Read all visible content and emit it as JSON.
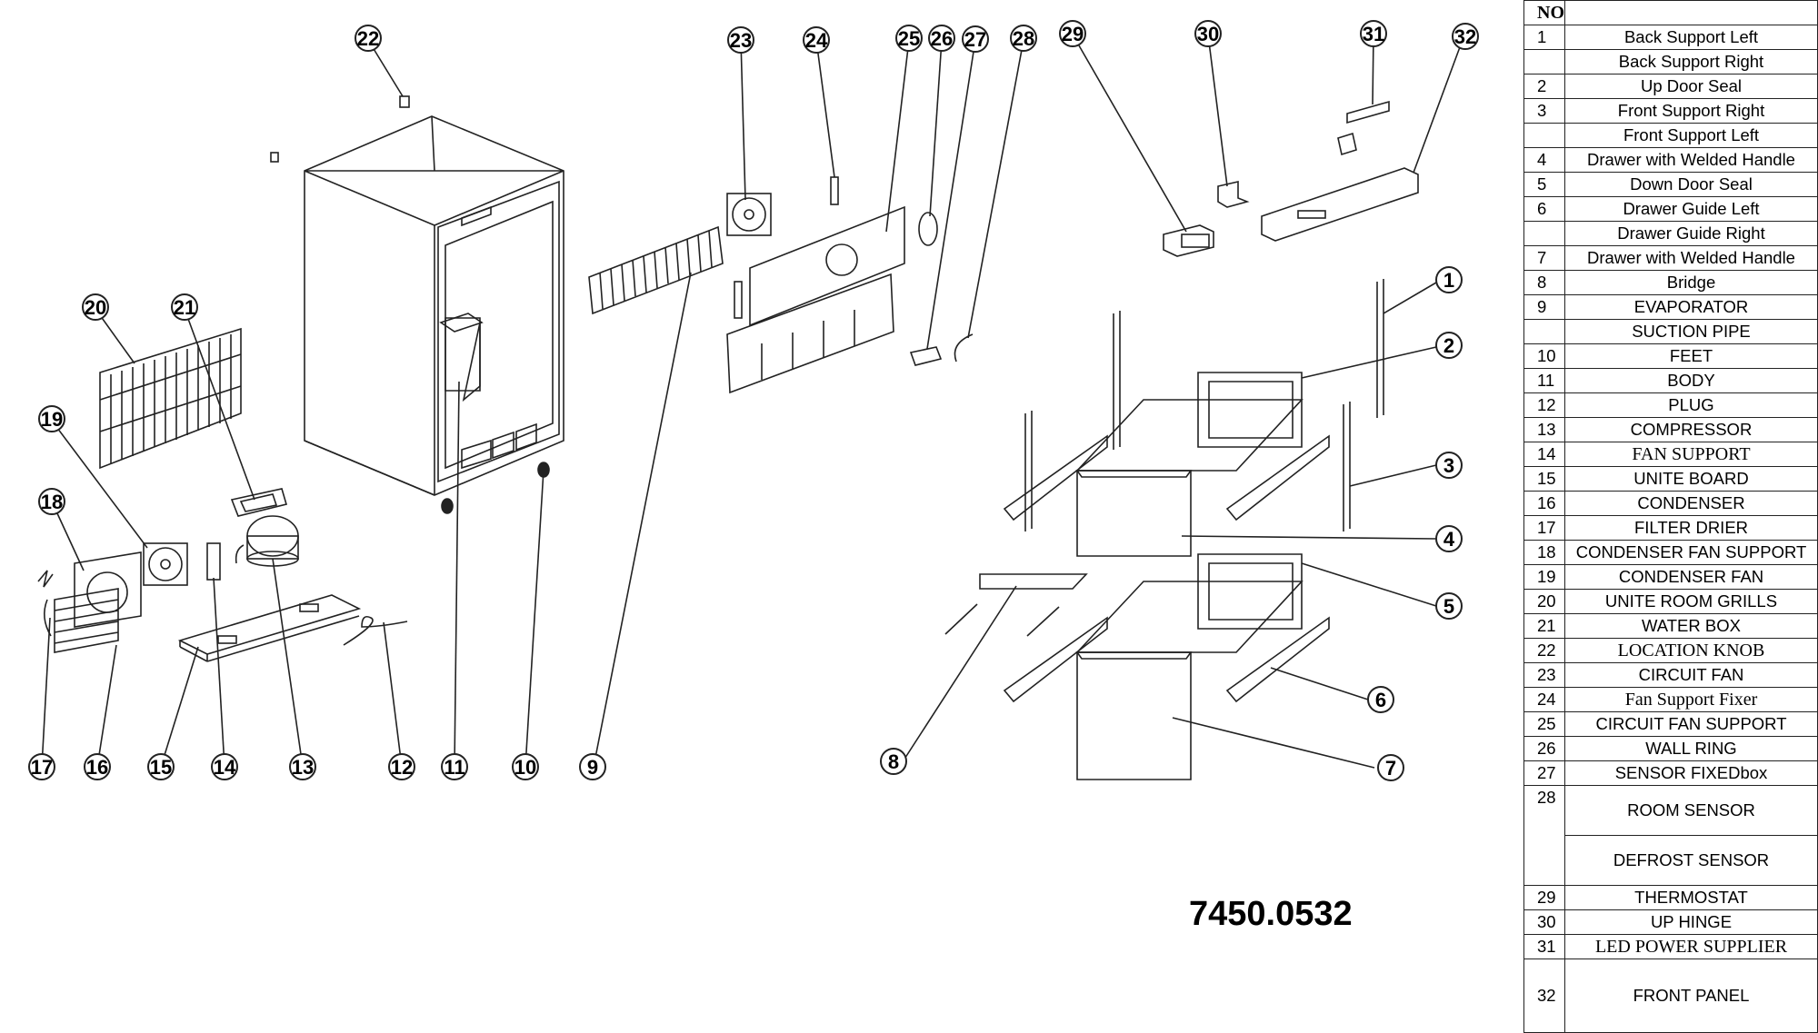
{
  "model_number": "7450.0532",
  "table": {
    "header_no": "NO",
    "header_name": "",
    "rows": [
      {
        "no": "1",
        "name": "Back Support Left"
      },
      {
        "no": "",
        "name": "Back Support Right"
      },
      {
        "no": "2",
        "name": "Up Door Seal"
      },
      {
        "no": "3",
        "name": "Front Support  Right"
      },
      {
        "no": "",
        "name": "Front Support Left"
      },
      {
        "no": "4",
        "name": "Drawer with Welded Handle"
      },
      {
        "no": "5",
        "name": "Down Door Seal"
      },
      {
        "no": "6",
        "name": "Drawer Guide Left"
      },
      {
        "no": "",
        "name": "Drawer Guide Right"
      },
      {
        "no": "7",
        "name": "Drawer with Welded Handle"
      },
      {
        "no": "8",
        "name": "Bridge"
      },
      {
        "no": "9",
        "name": "EVAPORATOR"
      },
      {
        "no": "",
        "name": "SUCTION PIPE"
      },
      {
        "no": "10",
        "name": "FEET"
      },
      {
        "no": "11",
        "name": "BODY"
      },
      {
        "no": "12",
        "name": "PLUG"
      },
      {
        "no": "13",
        "name": "COMPRESSOR"
      },
      {
        "no": "14",
        "name": "FAN SUPPORT"
      },
      {
        "no": "15",
        "name": "UNITE BOARD"
      },
      {
        "no": "16",
        "name": "CONDENSER"
      },
      {
        "no": "17",
        "name": "FILTER DRIER"
      },
      {
        "no": "18",
        "name": "CONDENSER FAN SUPPORT"
      },
      {
        "no": "19",
        "name": "CONDENSER FAN"
      },
      {
        "no": "20",
        "name": "UNITE ROOM GRILLS"
      },
      {
        "no": "21",
        "name": "WATER BOX"
      },
      {
        "no": "22",
        "name": "LOCATION KNOB"
      },
      {
        "no": "23",
        "name": "CIRCUIT FAN"
      },
      {
        "no": "24",
        "name": "Fan Support Fixer"
      },
      {
        "no": "25",
        "name": "CIRCUIT FAN SUPPORT"
      },
      {
        "no": "26",
        "name": "WALL RING"
      },
      {
        "no": "27",
        "name": "SENSOR FIXEDbox"
      },
      {
        "no": "28",
        "name": "ROOM SENSOR"
      },
      {
        "no": "",
        "name": "DEFROST SENSOR"
      },
      {
        "no": "29",
        "name": "THERMOSTAT"
      },
      {
        "no": "30",
        "name": "UP HINGE"
      },
      {
        "no": "31",
        "name": "LED POWER SUPPLIER"
      },
      {
        "no": "32",
        "name": "FRONT PANEL"
      }
    ]
  },
  "callouts": [
    "1",
    "2",
    "3",
    "4",
    "5",
    "6",
    "7",
    "8",
    "9",
    "10",
    "11",
    "12",
    "13",
    "14",
    "15",
    "16",
    "17",
    "18",
    "19",
    "20",
    "21",
    "22",
    "23",
    "24",
    "25",
    "26",
    "27",
    "28",
    "29",
    "30",
    "31",
    "32"
  ]
}
